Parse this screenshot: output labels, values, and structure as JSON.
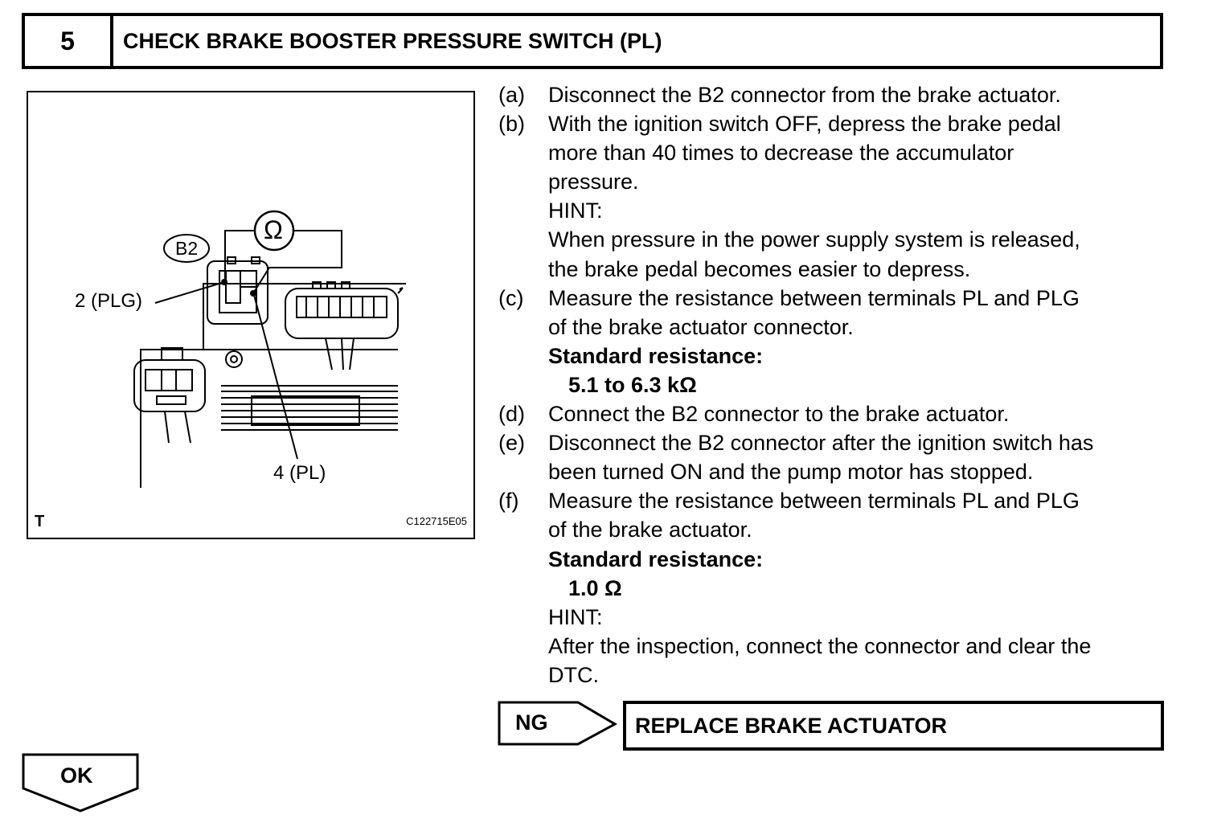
{
  "header": {
    "number": "5",
    "title": "CHECK BRAKE BOOSTER PRESSURE SWITCH (PL)"
  },
  "figure": {
    "connector_label": "B2",
    "meter_symbol": "Ω",
    "pin_plg_label": "2 (PLG)",
    "pin_pl_label": "4 (PL)",
    "corner_mark": "T",
    "code": "C122715E05"
  },
  "steps": {
    "a": {
      "letter": "(a)",
      "text": "Disconnect the B2 connector from the brake actuator."
    },
    "b": {
      "letter": "(b)",
      "line1": "With the ignition switch OFF, depress the brake pedal",
      "line2": "more than 40 times to decrease the accumulator",
      "line3": "pressure.",
      "hint_label": "HINT:",
      "hint1": "When pressure in the power supply system is released,",
      "hint2": "the brake pedal becomes easier to depress."
    },
    "c": {
      "letter": "(c)",
      "line1": "Measure the resistance between terminals PL and PLG",
      "line2": "of the brake actuator connector.",
      "standard_label": "Standard resistance:",
      "standard_value": "5.1 to 6.3 kΩ"
    },
    "d": {
      "letter": "(d)",
      "text": "Connect the B2 connector to the brake actuator."
    },
    "e": {
      "letter": "(e)",
      "line1": "Disconnect the B2 connector after the ignition switch has",
      "line2": "been turned ON and the pump motor has stopped."
    },
    "f": {
      "letter": "(f)",
      "line1": "Measure the resistance between terminals PL and PLG",
      "line2": "of the brake actuator.",
      "standard_label": "Standard resistance:",
      "standard_value": "1.0 Ω",
      "hint_label": "HINT:",
      "hint1": "After the inspection, connect the connector and clear the",
      "hint2": "DTC."
    }
  },
  "results": {
    "ng_label": "NG",
    "ng_action": "REPLACE BRAKE ACTUATOR",
    "ok_label": "OK"
  }
}
